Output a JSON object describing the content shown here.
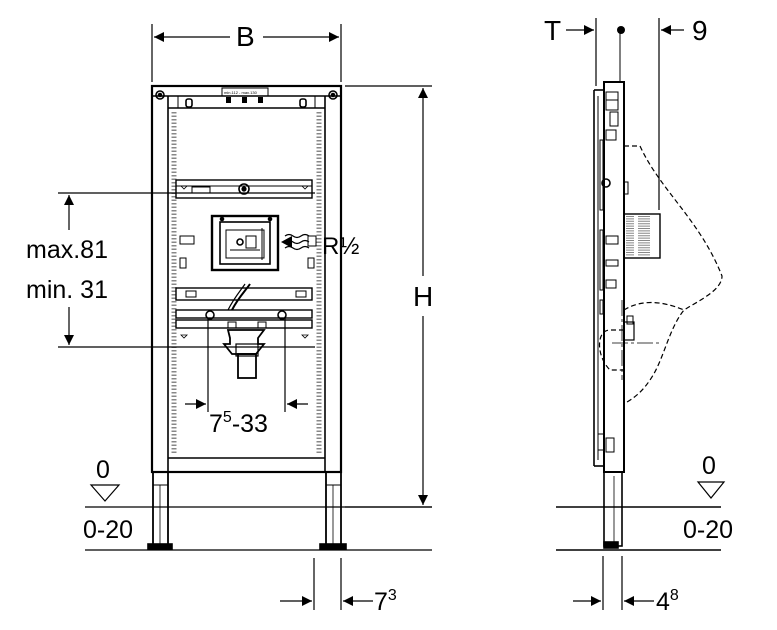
{
  "labels": {
    "width": "B",
    "height": "H",
    "thickness": "T",
    "depth_9": "9",
    "connection": "R½",
    "max_height": "max.81",
    "min_height": "min. 31",
    "spacing_main": "7",
    "spacing_sup": "5",
    "spacing_rest": "-33",
    "left_floor_zero": "0",
    "left_floor_range": "0-20",
    "right_floor_zero": "0",
    "right_floor_range": "0-20",
    "foot_left_main": "7",
    "foot_left_sup": "3",
    "foot_right_main": "4",
    "foot_right_sup": "8",
    "frame_plate": "min.112 - max.130"
  },
  "colors": {
    "line": "#000000",
    "background": "#ffffff",
    "hatch": "#888888"
  }
}
